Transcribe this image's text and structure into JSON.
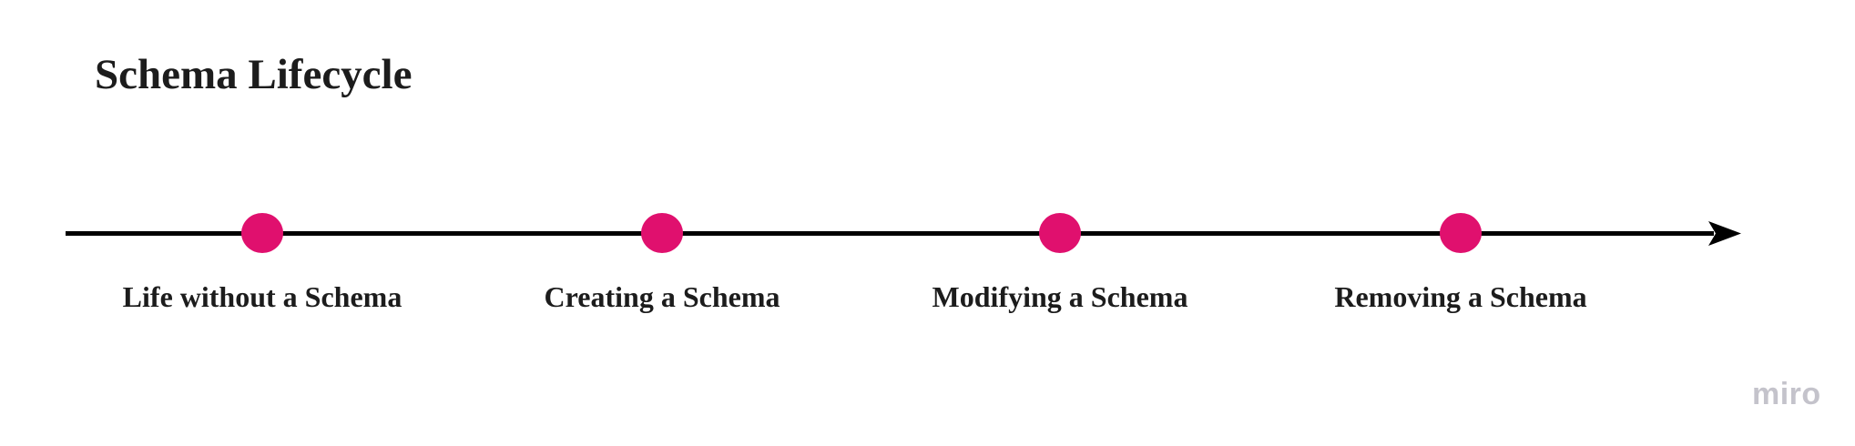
{
  "diagram": {
    "type": "timeline",
    "direction": "left-to-right",
    "title": "Schema Lifecycle",
    "title_color": "#1c1c1c",
    "line_color": "#000000",
    "node_color": "#e0106e",
    "label_color": "#1c1c1c",
    "stages": [
      {
        "label": "Life without a Schema"
      },
      {
        "label": "Creating a Schema"
      },
      {
        "label": "Modifying a Schema"
      },
      {
        "label": "Removing a Schema"
      }
    ]
  },
  "watermark": {
    "label": "miro",
    "color": "#c4c3cb"
  }
}
